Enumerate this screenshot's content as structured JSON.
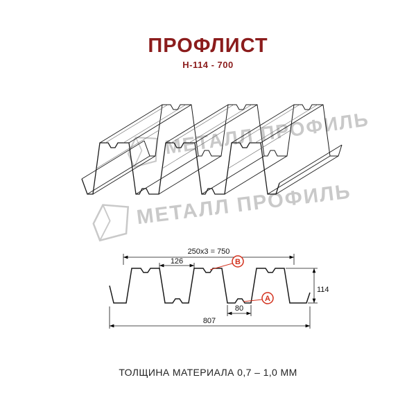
{
  "header": {
    "title": "ПРОФЛИСТ",
    "subtitle": "Н-114 - 700"
  },
  "watermark": {
    "text": "МЕТАЛЛ ПРОФИЛЬ",
    "color": "#c9c9c9"
  },
  "drawing": {
    "dims": {
      "top_pitch": "250x3 = 750",
      "rib_top_width": "126",
      "profile_height": "114",
      "valley_width": "80",
      "overall_width": "807"
    },
    "markers": {
      "b_label": "В",
      "a_label": "А"
    }
  },
  "footer": {
    "text": "ТОЛЩИНА МАТЕРИАЛА 0,7 – 1,0 ММ"
  },
  "colors": {
    "accent": "#8b1c1c",
    "marker_red": "#d2301c",
    "watermark_gray": "#c9c9c9",
    "line": "#1a1a1a"
  }
}
